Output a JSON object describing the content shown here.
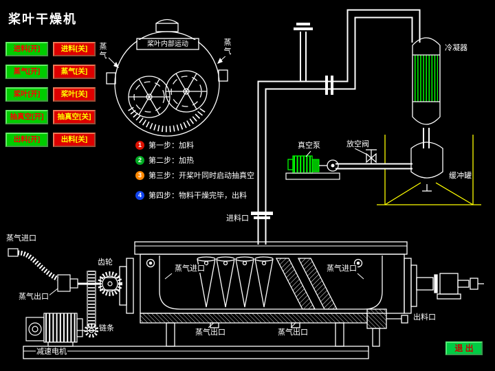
{
  "title": "桨叶干燥机",
  "buttons": [
    {
      "label": "进料[开]",
      "kind": "open"
    },
    {
      "label": "进料[关]",
      "kind": "close"
    },
    {
      "label": "蒸气[开]",
      "kind": "open"
    },
    {
      "label": "蒸气[关]",
      "kind": "close"
    },
    {
      "label": "桨叶[开]",
      "kind": "open"
    },
    {
      "label": "桨叶[关]",
      "kind": "close"
    },
    {
      "label": "抽真空[开]",
      "kind": "open"
    },
    {
      "label": "抽真空[关]",
      "kind": "close"
    },
    {
      "label": "出料[开]",
      "kind": "open"
    },
    {
      "label": "出料[关]",
      "kind": "close"
    }
  ],
  "drum": {
    "caption": "桨叶内部运动",
    "steam_left": "蒸气",
    "steam_right": "蒸气"
  },
  "steps": [
    {
      "num": "1",
      "text": "第一步：加料",
      "color": "#dd1100"
    },
    {
      "num": "2",
      "text": "第二步：加热",
      "color": "#00aa22"
    },
    {
      "num": "3",
      "text": "第三步：开桨叶同时启动抽真空",
      "color": "#ff8800"
    },
    {
      "num": "4",
      "text": "第四步：物料干燥完毕，出料",
      "color": "#1144ee"
    }
  ],
  "labels": {
    "condenser": "冷凝器",
    "buffer_tank": "缓冲罐",
    "vacuum_pump": "真空泵",
    "vent_valve": "放空阀",
    "feed_inlet": "进料口",
    "steam_inlet_left": "蒸气进口",
    "steam_outlet_left": "蒸气出口",
    "gear": "齿轮",
    "chain": "链条",
    "gear_motor": "减速电机",
    "vessel_steam_inlet_left": "蒸气进口",
    "vessel_steam_inlet_right": "蒸气进口",
    "steam_outlet_bottom_left": "蒸气出口",
    "steam_outlet_bottom_right": "蒸气出口",
    "discharge_outlet": "出料口"
  },
  "exit_label": "退 出",
  "colors": {
    "background": "#000000",
    "line": "#ffffff",
    "accent_green": "#00ff00",
    "accent_yellow": "#ffff00",
    "open_button_bg": "#00cc00",
    "open_button_text": "#ff0000",
    "close_button_bg": "#dd0000",
    "close_button_text": "#ffff00",
    "exit_button_bg": "#00cc44",
    "exit_button_text": "#cc0000"
  }
}
